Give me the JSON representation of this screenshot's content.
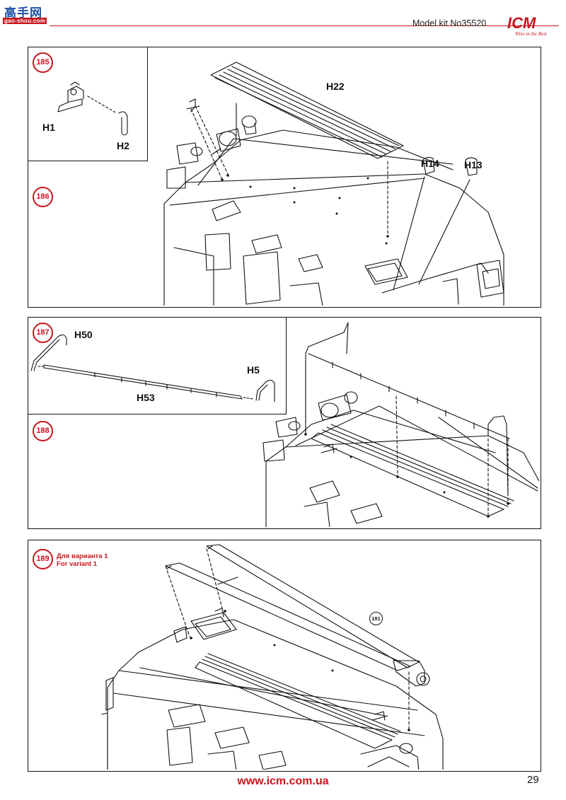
{
  "watermark": {
    "chinese": "高手网",
    "url": "gao-shou.com"
  },
  "header": {
    "kit_label": "Model kit No35520",
    "logo_text": "ICM",
    "logo_slogan": "Wins in the Best"
  },
  "steps": [
    {
      "number": "185",
      "labels": [
        "H1",
        "H2"
      ]
    },
    {
      "number": "186",
      "labels": [
        "H22",
        "H14",
        "H13"
      ]
    },
    {
      "number": "187",
      "labels": [
        "H50",
        "H5",
        "H53"
      ]
    },
    {
      "number": "188",
      "labels": []
    },
    {
      "number": "189",
      "variant_ru": "Для варианта 1",
      "variant_en": "For variant 1",
      "ref": "181"
    }
  ],
  "footer": {
    "url": "www.icm.com.ua",
    "page": "29"
  },
  "colors": {
    "accent": "#c8161d",
    "watermark_blue": "#1b4fa8",
    "line": "#111111"
  }
}
